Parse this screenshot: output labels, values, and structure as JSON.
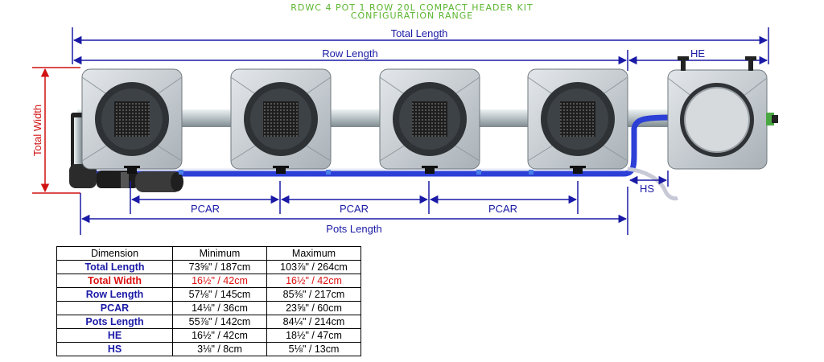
{
  "title": {
    "line1": "RDWC 4 POT 1 ROW 20L COMPACT HEADER KIT",
    "line2": "CONFIGURATION RANGE"
  },
  "labels": {
    "total_length": "Total Length",
    "row_length": "Row Length",
    "he": "HE",
    "total_width": "Total Width",
    "hs": "HS",
    "pcar": "PCAR",
    "pots_length": "Pots Length"
  },
  "table": {
    "headers": [
      "Dimension",
      "Minimum",
      "Maximum"
    ],
    "rows": [
      {
        "dimension": "Total Length",
        "min": "73⅝\" / 187cm",
        "max": "103⅞\" / 264cm",
        "highlight": false
      },
      {
        "dimension": "Total Width",
        "min": "16½\" / 42cm",
        "max": "16½\" / 42cm",
        "highlight": true
      },
      {
        "dimension": "Row Length",
        "min": "57⅛\" / 145cm",
        "max": "85⅜\" / 217cm",
        "highlight": false
      },
      {
        "dimension": "PCAR",
        "min": "14⅛\" / 36cm",
        "max": "23⅝\" / 60cm",
        "highlight": false
      },
      {
        "dimension": "Pots Length",
        "min": "55⅞\" / 142cm",
        "max": "84¼\" / 214cm",
        "highlight": false
      },
      {
        "dimension": "HE",
        "min": "16½\" / 42cm",
        "max": "18½\" / 47cm",
        "highlight": false
      },
      {
        "dimension": "HS",
        "min": "3⅛\" / 8cm",
        "max": "5⅛\" / 13cm",
        "highlight": false
      }
    ]
  },
  "colors": {
    "dimension_line": "#1a1aa6",
    "width_line": "#d11111",
    "title_green": "#5ab52e",
    "pot_grey": "#c9ced4",
    "pipe_grey": "#b9c2c6",
    "hose_blue": "#2c3fd6"
  }
}
